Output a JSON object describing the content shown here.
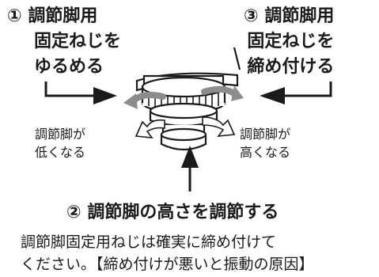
{
  "steps": {
    "loosen": {
      "marker": "①",
      "lines": [
        "調節脚用",
        "固定ねじを",
        "ゆるめる"
      ]
    },
    "tighten": {
      "marker": "③",
      "lines": [
        "調節脚用",
        "固定ねじを",
        "締め付ける"
      ]
    },
    "adjust": {
      "marker": "②",
      "text": "調節脚の高さを調節する"
    }
  },
  "labels": {
    "lower": [
      "調節脚が",
      "低くなる"
    ],
    "higher": [
      "調節脚が",
      "高くなる"
    ]
  },
  "note": [
    "調節脚固定用ねじは確実に締め付けて",
    "ください。【締め付けが悪いと振動の原因】"
  ],
  "colors": {
    "ink": "#1a1a1a",
    "shade": "#8c8c8c",
    "body": "#ffffff"
  }
}
